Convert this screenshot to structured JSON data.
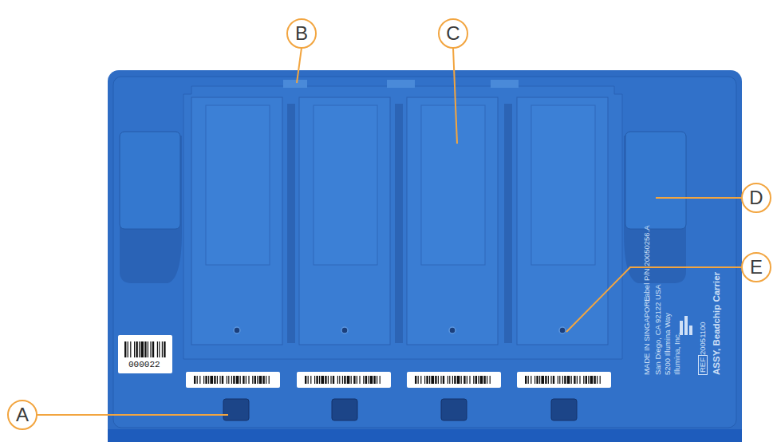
{
  "diagram": {
    "labels": [
      "A",
      "B",
      "C",
      "D",
      "E",
      "000022",
      "ASSY, Beadchip Carrier",
      "REF",
      "20051100",
      "Illumina, Inc.",
      "5200 Illumina Way",
      "San Diego, CA 92122 USA",
      "MADE IN SINGAPORE",
      "Label P/N 20050256.A"
    ]
  }
}
